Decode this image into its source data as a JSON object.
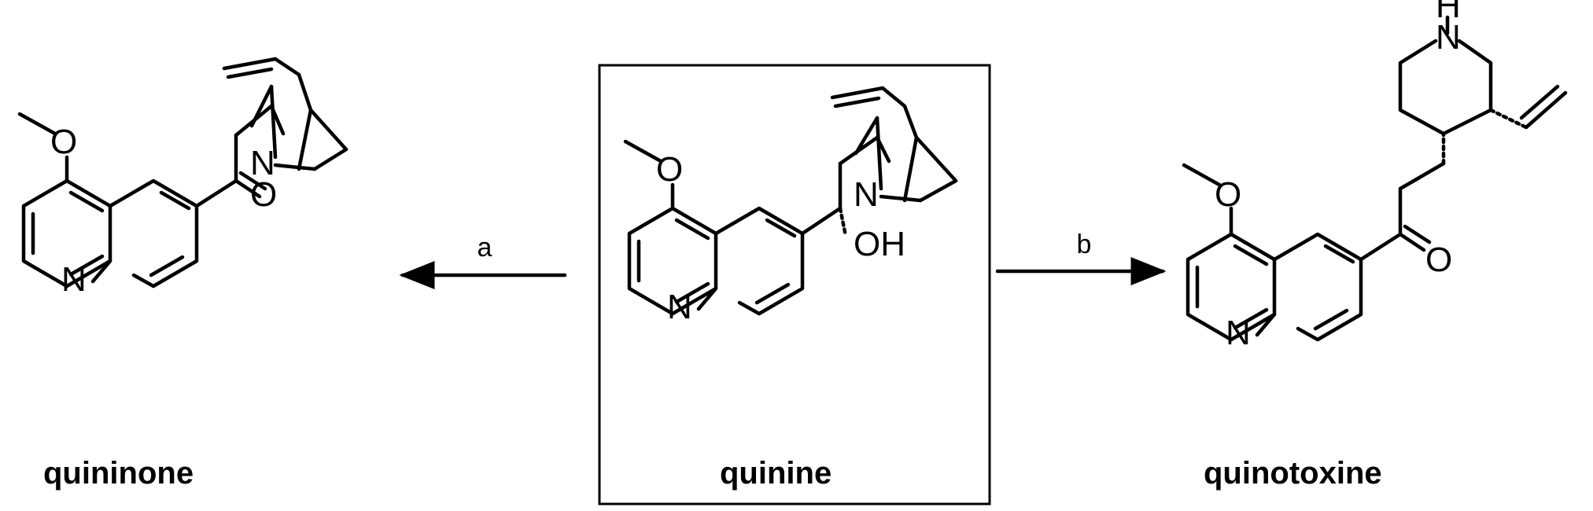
{
  "compounds": {
    "left": {
      "name": "quininone"
    },
    "center": {
      "name": "quinine"
    },
    "right": {
      "name": "quinotoxine"
    }
  },
  "reactions": {
    "left": {
      "label": "a"
    },
    "right": {
      "label": "b"
    }
  },
  "atoms": {
    "oxygen": "O",
    "nitrogen": "N",
    "hydroxyl": "OH",
    "amine": "N",
    "hydrogen": "H"
  }
}
